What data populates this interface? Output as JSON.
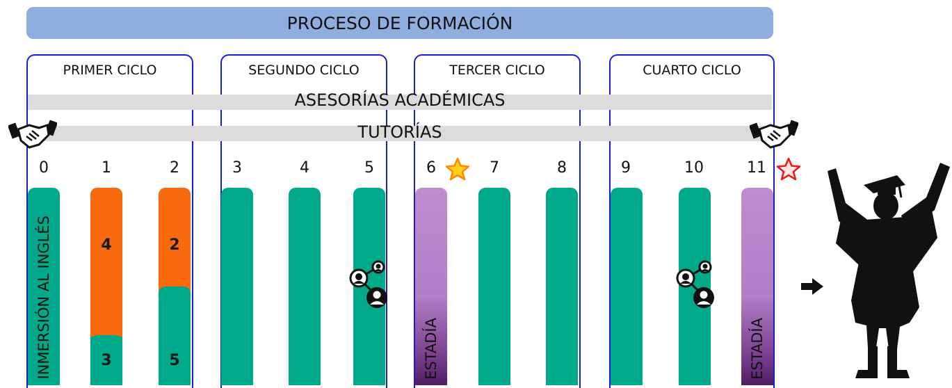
{
  "banner": {
    "title": "PROCESO DE FORMACIÓN"
  },
  "cycles": [
    "PRIMER CICLO",
    "SEGUNDO CICLO",
    "TERCER CICLO",
    "CUARTO CICLO"
  ],
  "bands": {
    "asesorias": "ASESORÍAS ACADÉMICAS",
    "tutorias": "TUTORÍAS"
  },
  "terms": [
    "0",
    "1",
    "2",
    "3",
    "4",
    "5",
    "6",
    "7",
    "8",
    "9",
    "10",
    "11"
  ],
  "bars": {
    "b0_label": "INMERSIÓN AL INGLÉS",
    "b1_top": "4",
    "b1_bottom": "3",
    "b2_top": "2",
    "b2_bottom": "5",
    "b6_label": "ESTADÍA",
    "b11_label": "ESTADÍA"
  },
  "colors": {
    "teal": "#00a98a",
    "orange": "#f96a0e",
    "purple": "#b07fc6",
    "frame": "#1a1adb",
    "banner": "#8eaee0"
  },
  "icons": [
    "handshake-icon",
    "handshake-icon",
    "star-icon-yellow",
    "star-icon-red",
    "network-icon",
    "network-icon",
    "arrow-right-icon",
    "graduate-icon"
  ]
}
